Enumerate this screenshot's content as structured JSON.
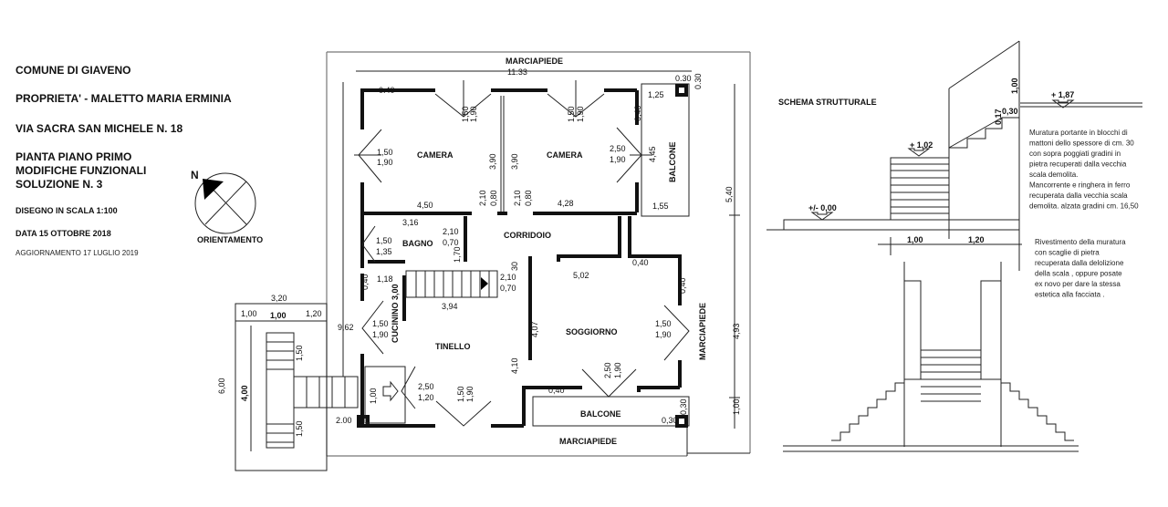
{
  "title_block": {
    "comune": "COMUNE DI GIAVENO",
    "proprieta": "PROPRIETA' -  MALETTO MARIA ERMINIA",
    "indirizzo": "VIA SACRA SAN MICHELE N. 18",
    "pianta": "PIANTA PIANO PRIMO",
    "modifiche": "MODIFICHE FUNZIONALI",
    "soluzione": "SOLUZIONE N. 3",
    "scala": "DISEGNO IN SCALA 1:100",
    "data": "DATA  15 OTTOBRE 2018",
    "aggiornamento": "AGGIORNAMENTO  17 LUGLIO 2019"
  },
  "compass": {
    "north": "N",
    "label": "ORIENTAMENTO"
  },
  "plan": {
    "rooms": {
      "camera1": "CAMERA",
      "camera2": "CAMERA",
      "balcone_top": "BALCONE",
      "bagno": "BAGNO",
      "corridoio": "CORRIDOIO",
      "cucinino": "CUCININO 3,00",
      "tinello": "TINELLO",
      "soggiorno": "SOGGIORNO",
      "balcone_bottom": "BALCONE"
    },
    "marciapiede_top": "MARCIAPIEDE",
    "marciapiede_bottom": "MARCIAPIEDE",
    "marciapiede_right": "MARCIAPIEDE",
    "dims": {
      "total_width": "11.33",
      "corner_a": "0.30",
      "corner_b": "0.30",
      "wall_040_top": "0.40",
      "win1_w": "1,50",
      "win1_h": "1,90",
      "win2_w": "1,50",
      "win2_h": "1,90",
      "bal_125": "1,25",
      "wall_040_cam2": "0,40",
      "left_win_w": "1,50",
      "left_win_h": "1,90",
      "cam1_390": "3,90",
      "cam2_390": "3,90",
      "door_w": "2,50",
      "door_h": "1,90",
      "bal_445": "4,45",
      "right_540": "5,40",
      "cam1_450": "4,50",
      "d1_210": "2,10",
      "d1_080": "0,80",
      "d2_210": "2,10",
      "d2_080": "0,80",
      "cam2_428": "4,28",
      "bal_155": "1,55",
      "bagno_316": "3,16",
      "bagno_win_w": "1,50",
      "bagno_win_h": "1,35",
      "bagno_d_210": "2,10",
      "bagno_d_070": "0,70",
      "bagno_170": "1,70",
      "wall_040_sog": "0,40",
      "cuc_040": "0,40",
      "cuc_118": "1,18",
      "st_30": "30",
      "st_210": "2,10",
      "st_070": "0,70",
      "sog_502": "5,02",
      "sog_040_r": "0,40",
      "tin_394": "3,94",
      "left_962": "9,62",
      "cuc_win_w": "1,50",
      "cuc_win_h": "1,90",
      "sog_407": "4,07",
      "sog_win_w": "1,50",
      "sog_win_h": "1,90",
      "right_493": "4,93",
      "tin_410": "4,10",
      "ent_100": "1,00",
      "ent_250": "2,50",
      "ent_120": "1,20",
      "tin_win_w": "1,50",
      "tin_win_h": "1,90",
      "sog_door_w": "2,50",
      "sog_door_h": "1,90",
      "bal_040": "0,40",
      "right_100": "1,00",
      "bal_030a": "0,30",
      "bal_030b": "0,30",
      "left_200": "2.00"
    }
  },
  "stair_ext": {
    "w_320": "3,20",
    "w_100a": "1,00",
    "w_100b": "1,00",
    "w_120": "1,20",
    "h_600": "6,00",
    "h_400": "4,00",
    "h_150a": "1,50",
    "h_150b": "1,50"
  },
  "section": {
    "title": "SCHEMA STRUTTURALE",
    "lvl_187": "+ 1,87",
    "lvl_102": "+ 1,02",
    "lvl_000": "+/- 0,00",
    "d_100_v": "1,00",
    "d_017": "0,17",
    "d_030": "0,30",
    "d_100": "1,00",
    "d_120": "1,20",
    "note1": [
      "Muratura portante in blocchi di",
      "mattoni dello spessore di cm. 30",
      "con sopra poggiati gradini in",
      "pietra recuperati dalla vecchia",
      "scala demolita.",
      "Mancorrente e ringhera in ferro",
      "recuperata dalla vecchia scala",
      "demolita. alzata gradini cm.  16,50"
    ],
    "note2": [
      "Rivestimento della muratura",
      "con scaglie di pietra",
      "recuperata dalla delolizione",
      "della scala , oppure posate",
      "ex novo per dare la stessa",
      "estetica alla facciata ."
    ]
  }
}
